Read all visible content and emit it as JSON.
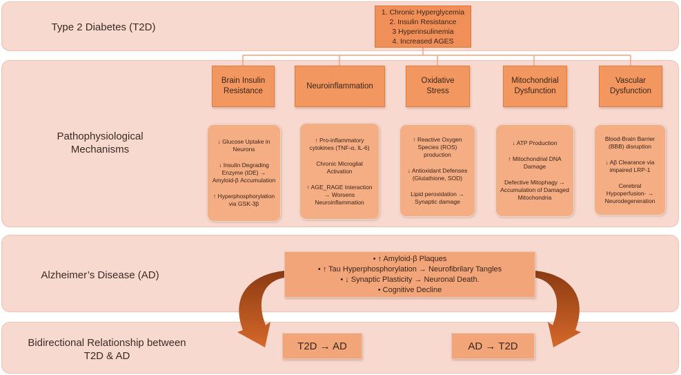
{
  "bands": {
    "t2d": "Type 2 Diabetes (T2D)",
    "patho": [
      "Pathophysiological",
      "Mechanisms"
    ],
    "ad": "Alzheimer’s Disease (AD)",
    "bidir": [
      "Bidirectional Relationship between",
      "T2D & AD"
    ]
  },
  "t2d_factors": [
    "1. Chronic Hyperglycemia",
    "2. Insulin Resistance",
    "3 Hyperinsulinemia",
    "4. Increased AGES"
  ],
  "mechanisms": [
    {
      "header": [
        "Brain Insulin",
        "Resistance"
      ],
      "details": [
        [
          "↓ Glucose Uptake in",
          "Neurons"
        ],
        [
          "↓ Insulin Degrading",
          "Enzyme (IDE) →",
          "Amyloid-β Accumulation"
        ],
        [
          "↑ Hyperphosphorylation",
          "via GSK-3β"
        ]
      ]
    },
    {
      "header": [
        "Neuroinflammation"
      ],
      "details": [
        [
          "↑ Pro-inflammatory",
          "cytokines (TNF-α, IL-6)"
        ],
        [
          "Chronic Microglial",
          "Activation"
        ],
        [
          "↑ AGE_RAGE Interaction",
          "→ Worsens",
          "Neuroinflammation"
        ]
      ]
    },
    {
      "header": [
        "Oxidative",
        "Stress"
      ],
      "details": [
        [
          "↑ Reactive Oxygen",
          "Species (ROS) production"
        ],
        [
          "↓ Antioxidant Defenses",
          "(Glutathione, SOD)"
        ],
        [
          "Lipid peroxidation →",
          "Synaptic damage"
        ]
      ]
    },
    {
      "header": [
        "Mitochondrial",
        "Dysfunction"
      ],
      "details": [
        [
          "↓ ATP  Production"
        ],
        [
          "↑ Mitochondrial DNA",
          "Damage"
        ],
        [
          "Defective Mitophagy →",
          "Accumulation of Damaged",
          "Mitochondria"
        ]
      ]
    },
    {
      "header": [
        "Vascular",
        "Dysfunction"
      ],
      "details": [
        [
          "Blood-Brain Barrier",
          "(BBB) disruption"
        ],
        [
          "↓ Aβ Clearance via",
          "impaired LRP-1"
        ],
        [
          "Cerebral",
          "Hypoperfusion- →",
          "Neurodegeneration"
        ]
      ]
    }
  ],
  "ad_outcomes": [
    "•  ↑ Amyloid-β Plaques",
    "•  ↑ Tau Hyperphosphorylation → Neurofibrilary Tangles",
    "•  ↓ Synaptic Plasticity → Neuronal Death.",
    "•  Cognitive Decline"
  ],
  "relationship": {
    "left": "T2D → AD",
    "right": "AD → T2D"
  },
  "colors": {
    "band": "#f8d9d0",
    "top_box": "#f18f58",
    "header_box": "#f1975f",
    "detail_box": "#f5ad84",
    "arrow": "#c8591f"
  }
}
